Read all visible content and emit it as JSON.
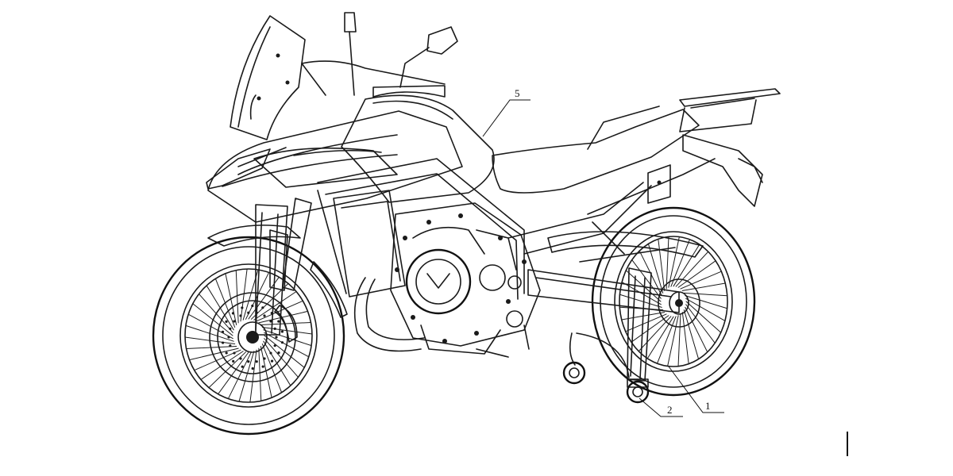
{
  "callouts": [
    {
      "id": "1",
      "label": "1"
    },
    {
      "id": "2",
      "label": "2"
    },
    {
      "id": "5",
      "label": "5"
    }
  ]
}
